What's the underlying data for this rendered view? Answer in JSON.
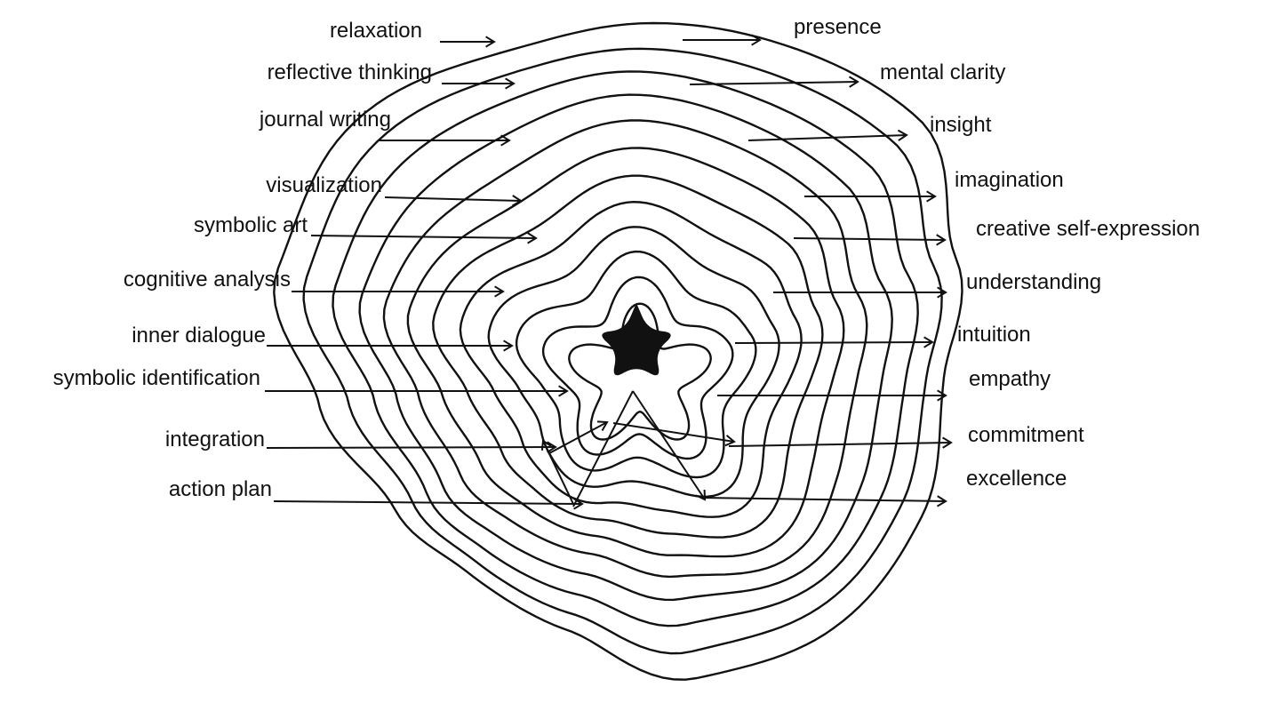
{
  "diagram": {
    "left_labels": [
      "relaxation",
      "reflective thinking",
      "journal writing",
      "visualization",
      "symbolic art",
      "cognitive analysis",
      "inner dialogue",
      "symbolic identification",
      "integration",
      "action plan"
    ],
    "right_labels": [
      "presence",
      "mental clarity",
      "insight",
      "imagination",
      "creative self-expression",
      "understanding",
      "intuition",
      "empathy",
      "commitment",
      "excellence"
    ],
    "center_icon": "star-icon",
    "colors": {
      "ink": "#111111",
      "background": "#ffffff"
    }
  }
}
